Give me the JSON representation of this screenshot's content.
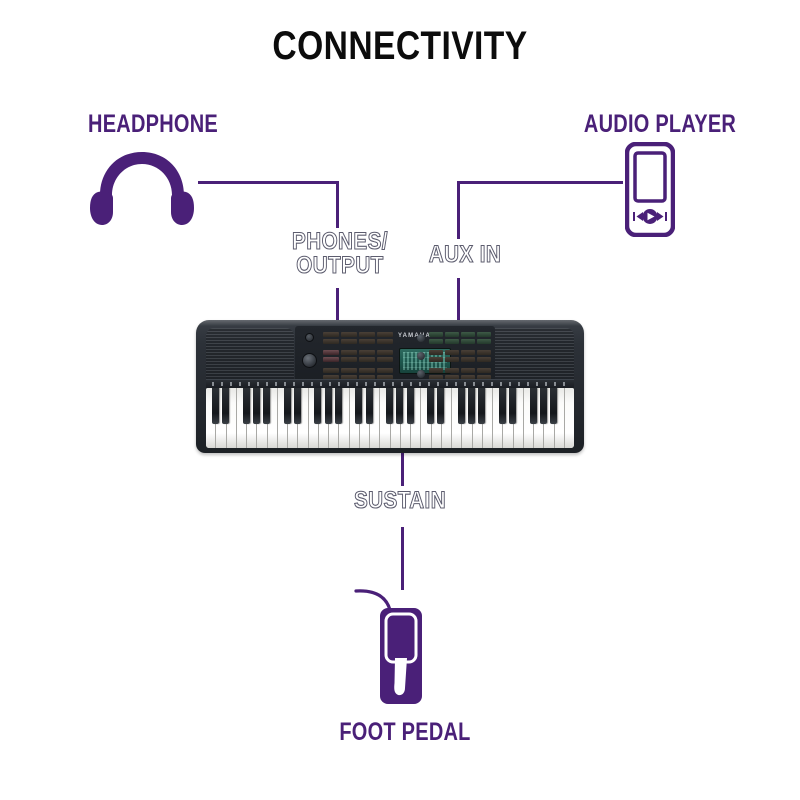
{
  "page": {
    "title": "CONNECTIVITY",
    "background_color": "#ffffff",
    "accent_color": "#4a2078",
    "title_color": "#0c0c0c",
    "port_label_stroke_color": "#5c5c6e"
  },
  "devices": {
    "headphone": {
      "label": "HEADPHONE",
      "icon": "headphone-icon",
      "color": "#4a2078"
    },
    "audio_player": {
      "label": "AUDIO PLAYER",
      "icon": "audio-player-icon",
      "color": "#4a2078",
      "controls": {
        "previous": "previous-track-icon",
        "play": "play-icon",
        "next": "next-track-icon"
      }
    },
    "foot_pedal": {
      "label": "FOOT PEDAL",
      "icon": "foot-pedal-icon",
      "color": "#4a2078"
    },
    "keyboard": {
      "brand": "YAMAHA",
      "icon": "digital-keyboard-icon",
      "white_key_count": 36,
      "black_key_pattern": [
        1,
        1,
        0,
        1,
        1,
        1,
        0
      ]
    }
  },
  "ports": {
    "phones_output": {
      "label": "PHONES/\nOUTPUT",
      "connects_from": "HEADPHONE",
      "connects_to": "keyboard"
    },
    "aux_in": {
      "label": "AUX IN",
      "connects_from": "AUDIO PLAYER",
      "connects_to": "keyboard"
    },
    "sustain": {
      "label": "SUSTAIN",
      "connects_from": "keyboard",
      "connects_to": "FOOT PEDAL"
    }
  }
}
